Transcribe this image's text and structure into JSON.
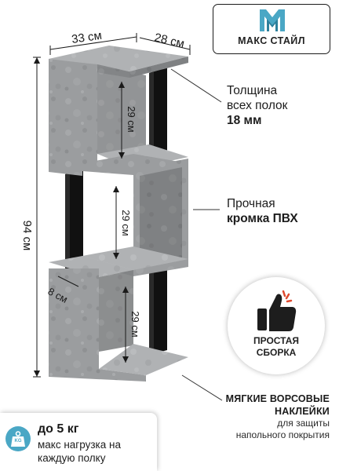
{
  "brand": {
    "name": "МАКС СТАЙЛ",
    "mark_icon": "letter-m-icon"
  },
  "dimensions": {
    "width": "33 см",
    "depth": "28 см",
    "height": "94 см",
    "shelf_gap_top": "29 см",
    "shelf_gap_middle": "29 см",
    "shelf_gap_bottom": "29 см",
    "post_offset": "8 см"
  },
  "features": {
    "thickness": {
      "lines": [
        "Толщина",
        "всех полок"
      ],
      "value": "18 мм"
    },
    "edge": {
      "line": "Прочная",
      "value": "кромка ПВХ"
    },
    "assembly": {
      "icon": "thumbs-up-icon",
      "lines": [
        "ПРОСТАЯ",
        "СБОРКА"
      ]
    },
    "felt": {
      "title_lines": [
        "МЯГКИЕ ВОРСОВЫЕ",
        "НАКЛЕЙКИ"
      ],
      "desc_lines": [
        "для защиты",
        "напольного покрытия"
      ]
    }
  },
  "load": {
    "icon": "weight-icon",
    "icon_label": "KG",
    "title": "до 5 кг",
    "lines": [
      "макс нагрузка на",
      "каждую полку"
    ]
  },
  "colors": {
    "concrete": "#9a9c9e",
    "post": "#151515",
    "accent": "#4aa7c5"
  }
}
